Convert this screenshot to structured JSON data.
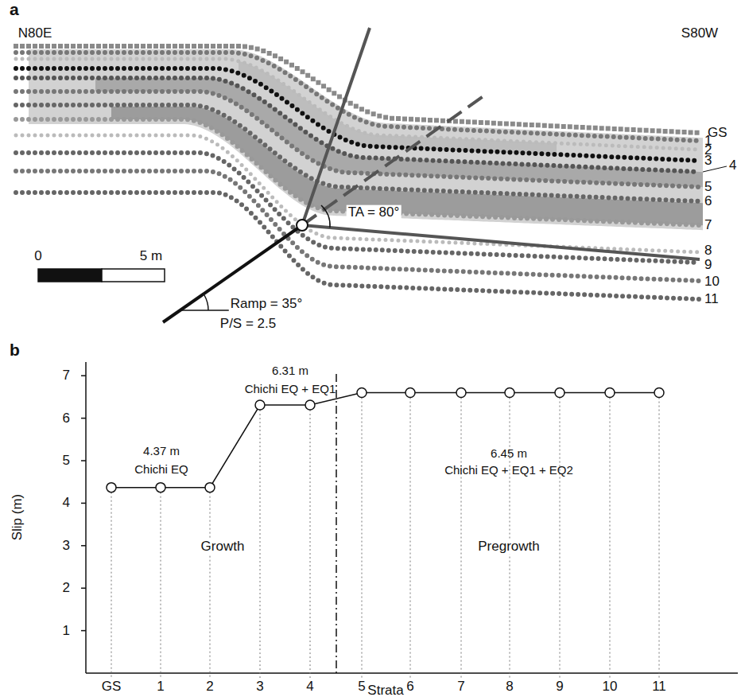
{
  "diagram": {
    "labels": [
      "a",
      "N80E",
      "S80W",
      "GS",
      "1",
      "2",
      "3",
      "4",
      "5",
      "6",
      "7",
      "8",
      "9",
      "10",
      "11",
      "TA = 80°",
      "0",
      "5 m",
      "Ramp = 35°",
      "P/S = 2.5",
      "b",
      "Slip (m)",
      "7",
      "6",
      "5",
      "4",
      "3",
      "2",
      "1",
      "4.37 m",
      "Chichi EQ",
      "6.31 m",
      "Chichi EQ + EQ1",
      "6.45 m",
      "Chichi EQ + EQ1 + EQ2",
      "Growth",
      "Pregrowth",
      "GS",
      "1",
      "2",
      "3",
      "4",
      "5",
      "6",
      "7",
      "8",
      "9",
      "10",
      "11",
      "Strata"
    ]
  }
}
